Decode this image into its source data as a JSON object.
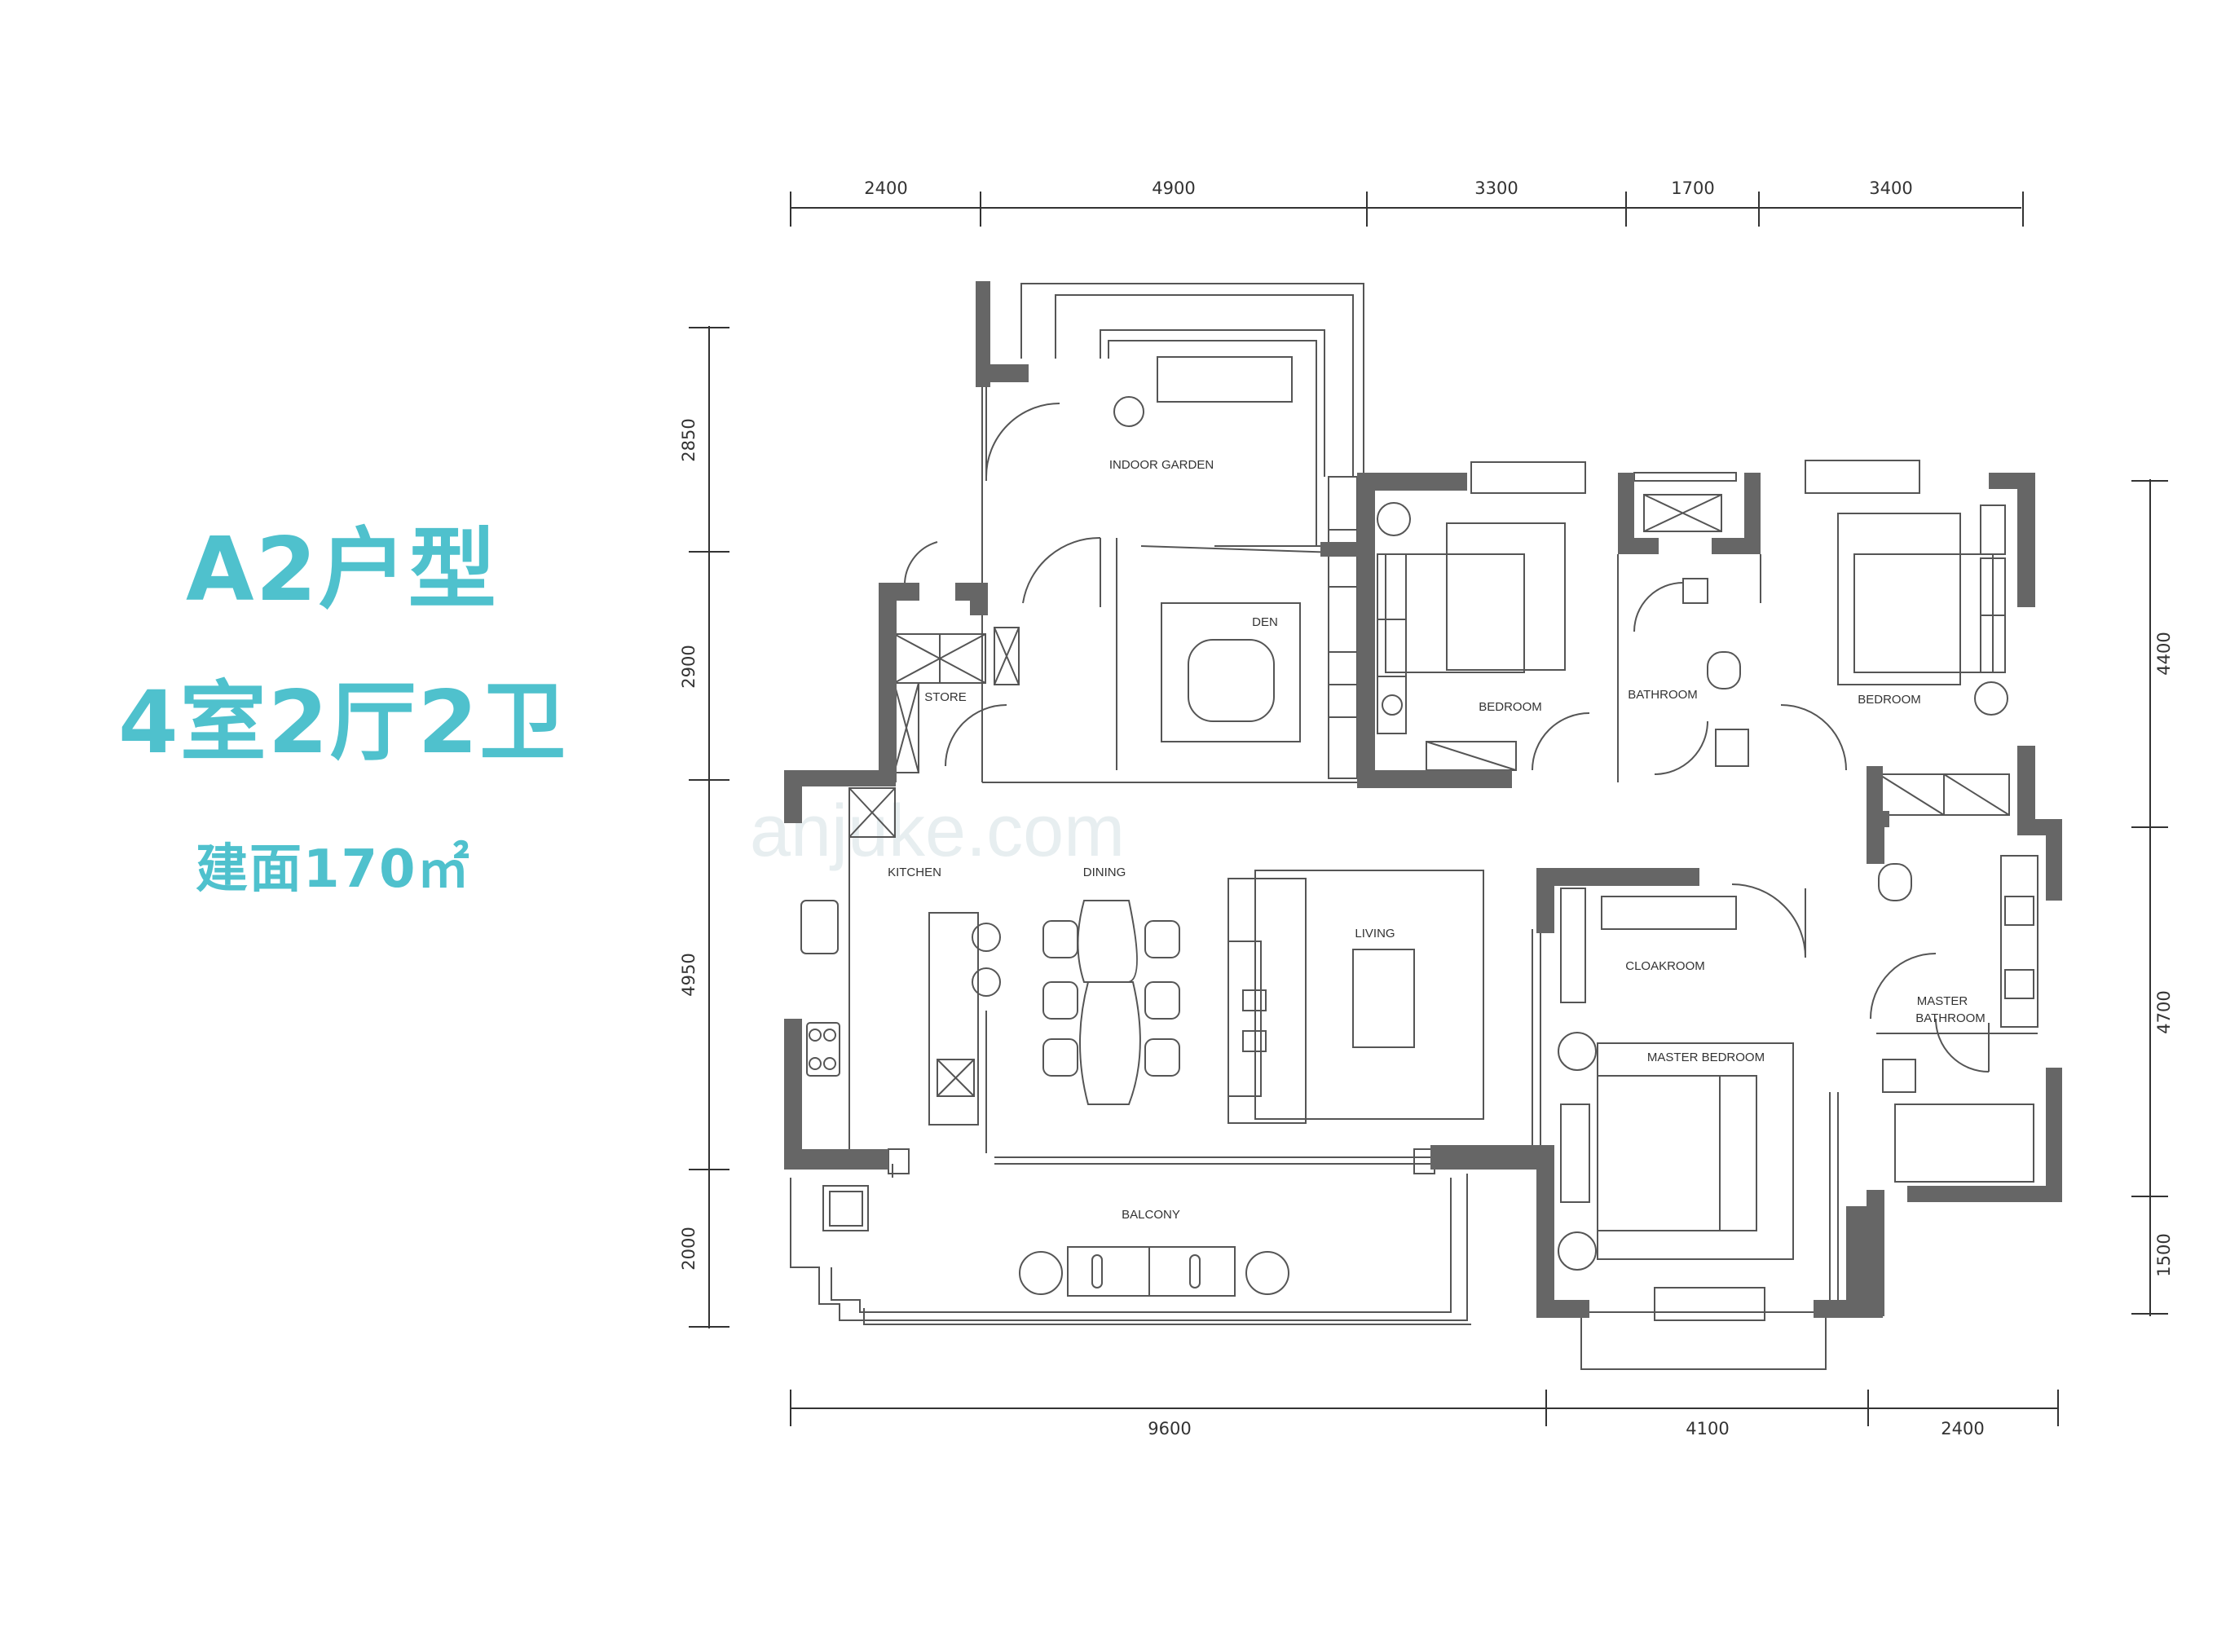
{
  "title": {
    "unit_type": "A2户型",
    "layout": "4室2厅2卫",
    "area": "建面170㎡"
  },
  "watermark": "anjuke.com",
  "dimensions": {
    "top": [
      "2400",
      "4900",
      "3300",
      "1700",
      "3400"
    ],
    "bottom": [
      "9600",
      "4100",
      "2400"
    ],
    "left": [
      "2850",
      "2900",
      "4950",
      "2000"
    ],
    "right": [
      "4400",
      "4700",
      "1500"
    ]
  },
  "rooms": {
    "indoor_garden": "INDOOR GARDEN",
    "den": "DEN",
    "store": "STORE",
    "bedroom_1": "BEDROOM",
    "bathroom": "BATHROOM",
    "bedroom_2": "BEDROOM",
    "kitchen": "KITCHEN",
    "dining": "DINING",
    "living": "LIVING",
    "cloakroom": "CLOAKROOM",
    "master_bathroom_1": "MASTER",
    "master_bathroom_2": "BATHROOM",
    "master_bedroom": "MASTER BEDROOM",
    "balcony": "BALCONY"
  },
  "colors": {
    "accent": "#4fc1cd",
    "wall": "#666666",
    "line": "#555555"
  }
}
